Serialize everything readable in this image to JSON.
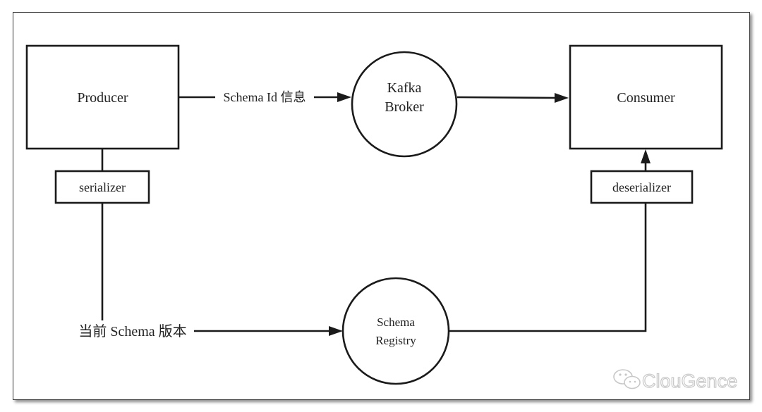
{
  "nodes": {
    "producer": {
      "label": "Producer"
    },
    "consumer": {
      "label": "Consumer"
    },
    "kafka_broker": {
      "label_line1": "Kafka",
      "label_line2": "Broker"
    },
    "schema_registry": {
      "label_line1": "Schema",
      "label_line2": "Registry"
    },
    "serializer": {
      "label": "serializer"
    },
    "deserializer": {
      "label": "deserializer"
    }
  },
  "edges": {
    "producer_to_broker": {
      "label": "Schema Id 信息"
    },
    "serializer_to_registry": {
      "label": "当前 Schema 版本"
    }
  },
  "watermark": {
    "text": "ClouGence",
    "icon": "wechat-icon"
  },
  "colors": {
    "stroke": "#1a1a1a",
    "watermark": "#c8c8c8",
    "background": "#ffffff"
  }
}
